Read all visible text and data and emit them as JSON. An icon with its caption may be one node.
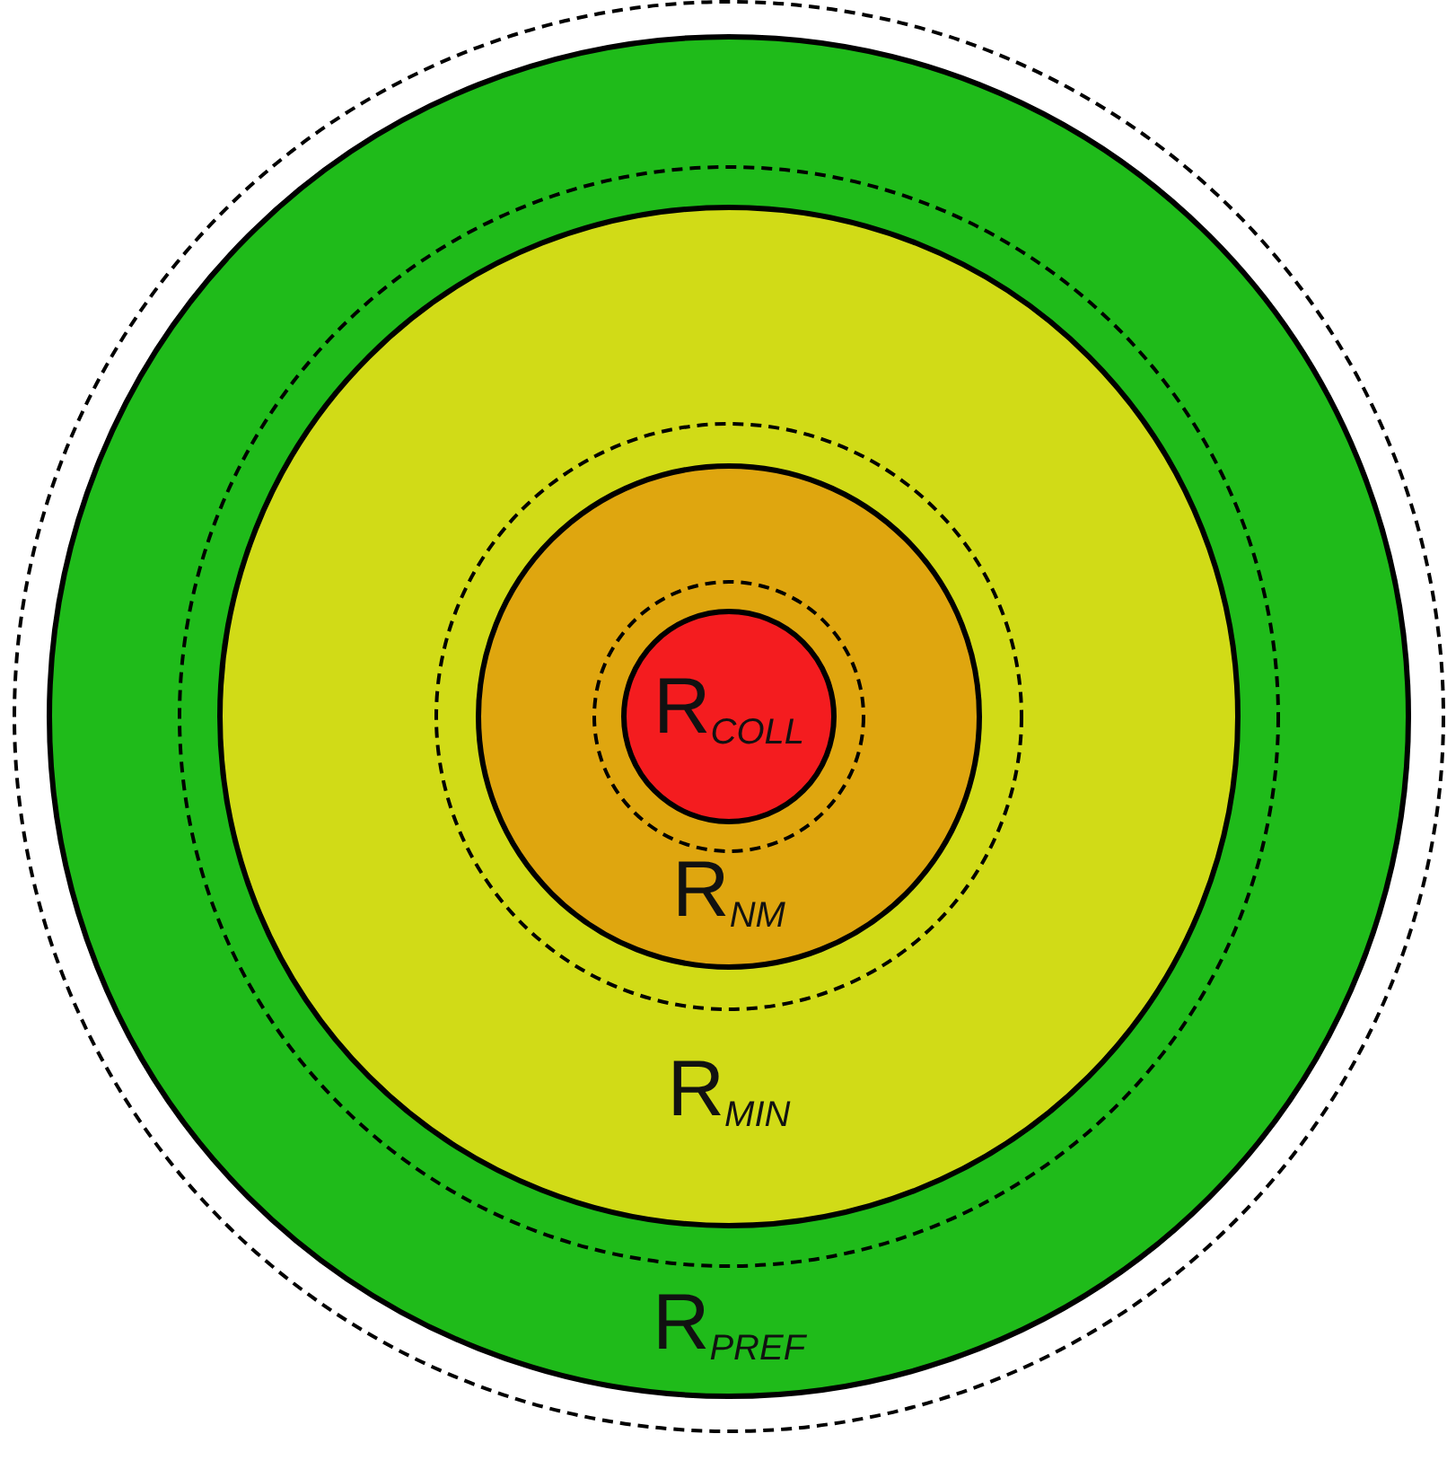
{
  "diagram": {
    "nodes": [
      {
        "text": [
          "R$_{PREF}$"
        ]
      },
      {
        "text": [
          "R$_{MIN}$"
        ],
        "in": 0
      },
      {
        "text": [
          "R$_{NM}$"
        ],
        "in": 1
      },
      {
        "text": [
          "R$_{COLL}$"
        ],
        "in": 2
      }
    ]
  }
}
